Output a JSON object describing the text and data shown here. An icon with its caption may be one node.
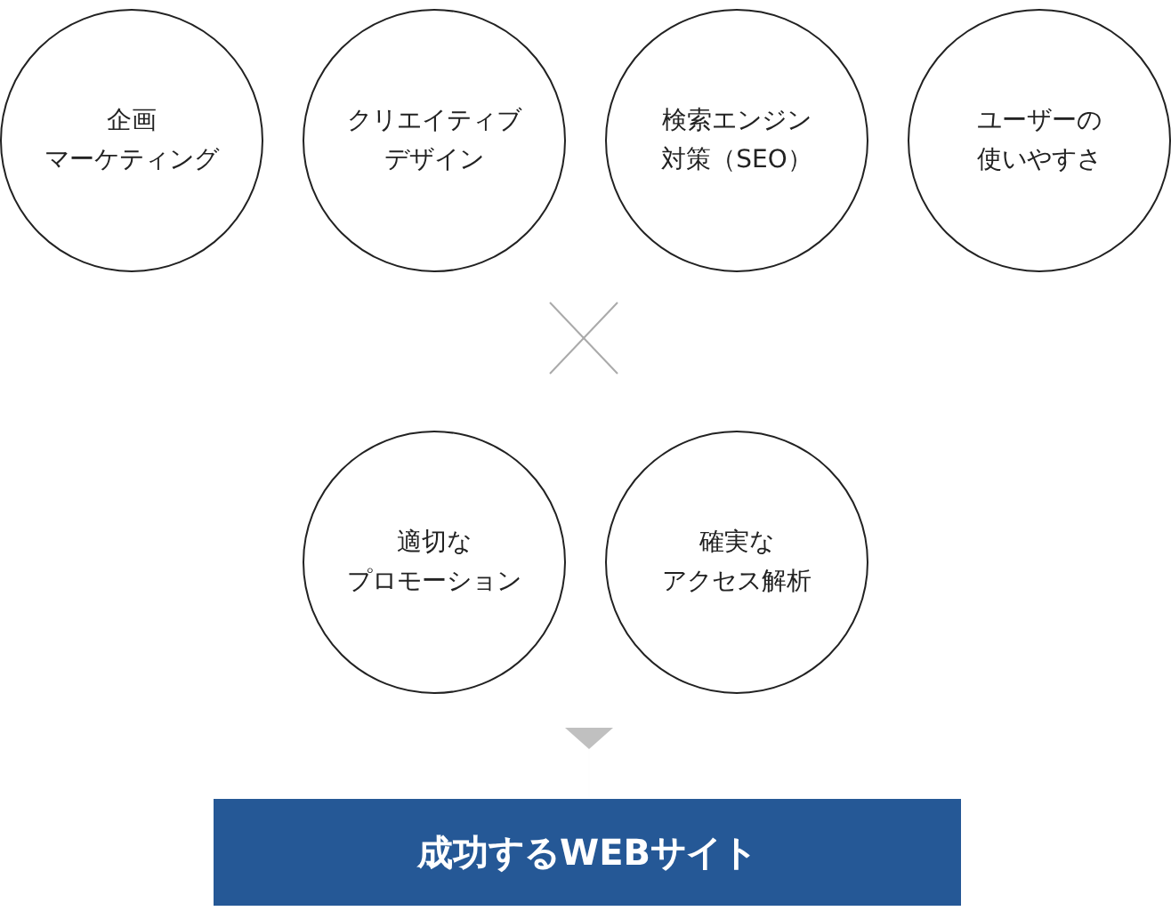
{
  "diagram": {
    "nodes": [
      {
        "text": [
          "企画マーケティング"
        ]
      },
      {
        "text": [
          "クリエイティブデザイン"
        ]
      },
      {
        "text": [
          "検索エンジン対策（SEO）"
        ]
      },
      {
        "text": [
          "ユーザーの使いやすさ"
        ]
      },
      {
        "text": [
          "適切なプロモーション"
        ]
      },
      {
        "text": [
          "確実なアクセス解析"
        ]
      },
      {
        "text": [
          "成功するWEBサイト"
        ]
      }
    ],
    "edges": [
      {
        "from": null,
        "to": 6,
        "arrow": "to",
        "color": "#c0c0c0"
      }
    ]
  }
}
